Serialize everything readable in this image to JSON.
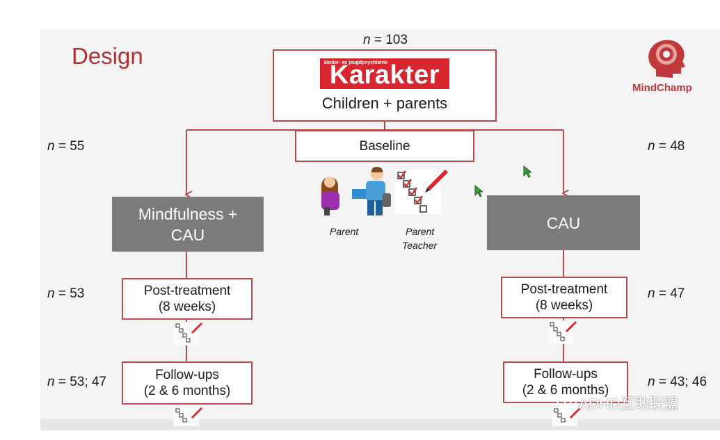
{
  "title": "Design",
  "brand": {
    "name": "MindChamp"
  },
  "top": {
    "n": "n = 103",
    "logo_small": "kinder- en jeugdpsychiatrie",
    "logo_big": "Karakter",
    "label": "Children + parents"
  },
  "baseline": {
    "label": "Baseline",
    "parent_caption": "Parent",
    "parent_teacher_caption_1": "Parent",
    "parent_teacher_caption_2": "Teacher"
  },
  "left": {
    "n_baseline": "n = 55",
    "arm": "Mindfulness + CAU",
    "n_post": "n = 53",
    "post": "Post-treatment",
    "post_sub": "(8 weeks)",
    "n_follow": "n = 53; 47",
    "follow": "Follow-ups",
    "follow_sub": "(2 & 6 months)"
  },
  "right": {
    "n_baseline": "n = 48",
    "arm": "CAU",
    "n_post": "n = 47",
    "post": "Post-treatment",
    "post_sub": "(8 weeks)",
    "n_follow": "n = 43; 46",
    "follow": "Follow-ups",
    "follow_sub": "(2 & 6 months)"
  },
  "watermark": "ADHD互助联盟"
}
